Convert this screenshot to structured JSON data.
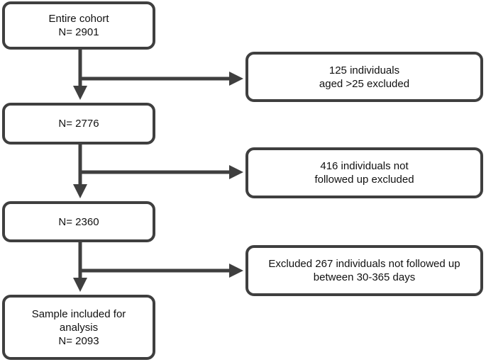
{
  "flowchart": {
    "main_steps": [
      {
        "id": "entire-cohort",
        "lines": [
          "Entire cohort",
          "N= 2901"
        ]
      },
      {
        "id": "n-2776",
        "lines": [
          "N= 2776"
        ]
      },
      {
        "id": "n-2360",
        "lines": [
          "N= 2360"
        ]
      },
      {
        "id": "sample-included",
        "lines": [
          "Sample included for",
          "analysis",
          "N= 2093"
        ]
      }
    ],
    "exclusions": [
      {
        "id": "excluded-aged",
        "lines": [
          "125 individuals",
          "aged >25 excluded"
        ]
      },
      {
        "id": "excluded-not-followed",
        "lines": [
          "416 individuals not",
          "followed up excluded"
        ]
      },
      {
        "id": "excluded-30-365",
        "lines": [
          "Excluded 267 individuals not followed up",
          "between 30-365 days"
        ]
      }
    ],
    "colors": {
      "border": "#3f3f3f",
      "arrow": "#3f3f3f",
      "background": "#ffffff"
    }
  }
}
